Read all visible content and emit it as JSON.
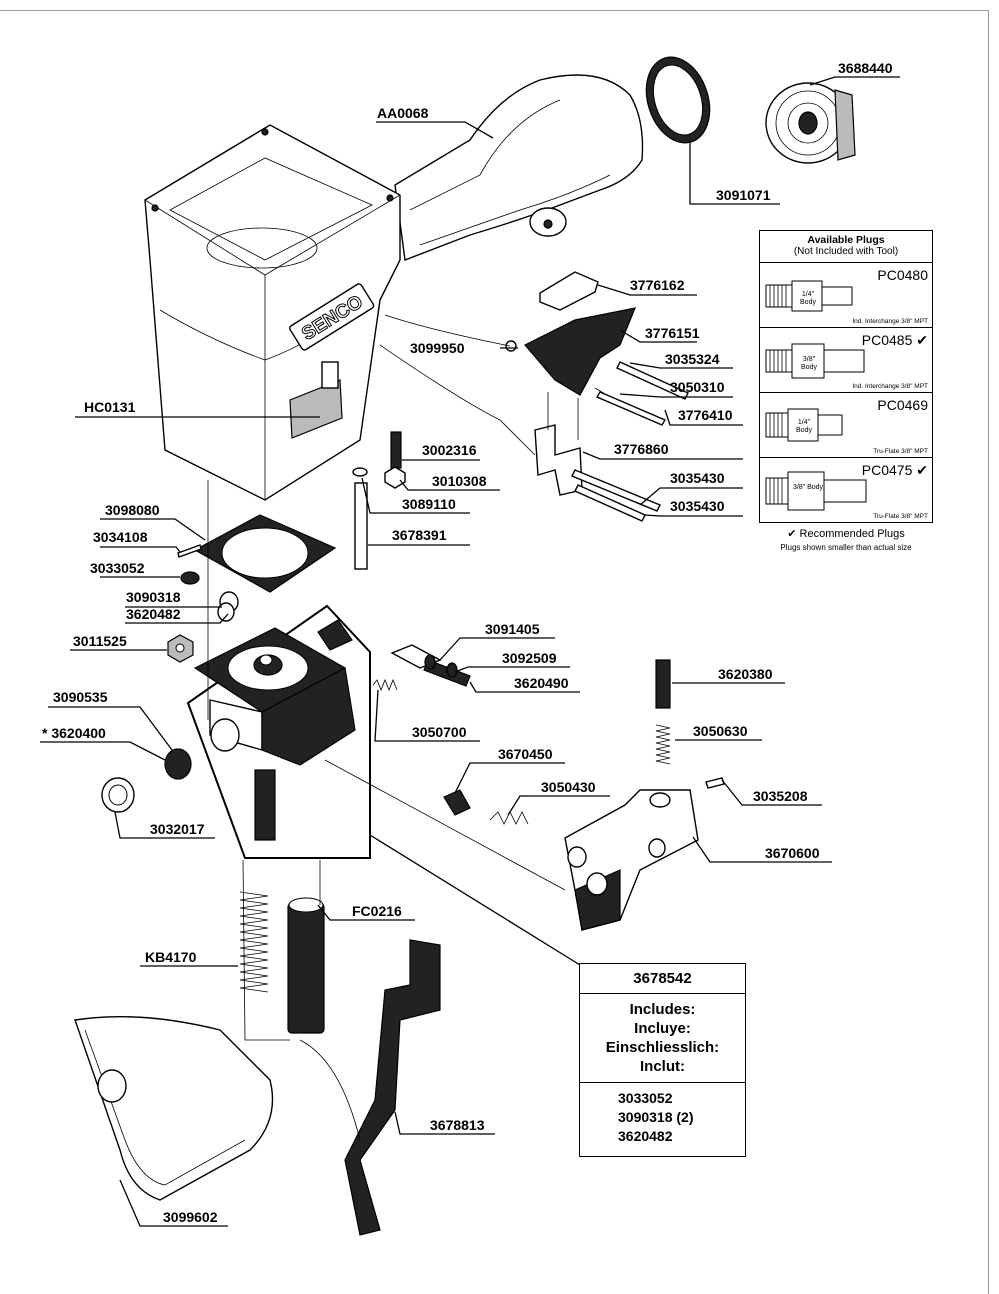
{
  "part_labels": {
    "aa0068": "AA0068",
    "p3688440": "3688440",
    "p3091071": "3091071",
    "p3776162": "3776162",
    "p3776151": "3776151",
    "p3099950": "3099950",
    "p3035324": "3035324",
    "p3050310": "3050310",
    "hc0131": "HC0131",
    "p3776410": "3776410",
    "p3002316": "3002316",
    "p3776860": "3776860",
    "p3010308": "3010308",
    "p3035430a": "3035430",
    "p3089110": "3089110",
    "p3035430b": "3035430",
    "p3098080": "3098080",
    "p3034108": "3034108",
    "p3678391": "3678391",
    "p3033052": "3033052",
    "p3090318": "3090318",
    "p3620482": "3620482",
    "p3011525": "3011525",
    "p3091405": "3091405",
    "p3092509": "3092509",
    "p3620490": "3620490",
    "p3620380": "3620380",
    "p3090535": "3090535",
    "p3620400": "* 3620400",
    "p3050700": "3050700",
    "p3050630": "3050630",
    "p3670450": "3670450",
    "p3050430": "3050430",
    "p3035208": "3035208",
    "p3032017": "3032017",
    "p3670600": "3670600",
    "fc0216": "FC0216",
    "kb4170": "KB4170",
    "p3678813": "3678813",
    "p3099602": "3099602"
  },
  "brand_logo": "SENCO",
  "plugs_box": {
    "title": "Available Plugs",
    "subtitle": "(Not Included with Tool)",
    "items": [
      {
        "id": "PC0480",
        "recommended": "",
        "body": "1/4\" Body",
        "desc": "Ind. Interchange 3/8\" MPT"
      },
      {
        "id": "PC0485",
        "recommended": "✔",
        "body": "3/8\" Body",
        "desc": "Ind. Interchange 3/8\" MPT"
      },
      {
        "id": "PC0469",
        "recommended": "",
        "body": "1/4\" Body",
        "desc": "Tru-Flate 3/8\" MPT"
      },
      {
        "id": "PC0475",
        "recommended": "✔",
        "body": "3/8\" Body",
        "desc": "Tru-Flate 3/8\" MPT"
      }
    ],
    "recommended_note": "✔ Recommended Plugs",
    "size_note": "Plugs shown smaller than actual size"
  },
  "kit_box": {
    "part_number": "3678542",
    "includes": [
      "Includes:",
      "Incluye:",
      "Einschliesslich:",
      "Inclut:"
    ],
    "items": [
      "3033052",
      "3090318 (2)",
      "3620482"
    ]
  }
}
